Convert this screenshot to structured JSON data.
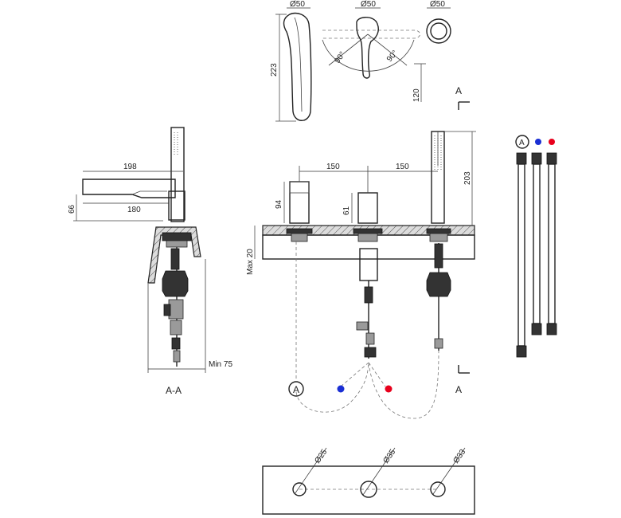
{
  "colors": {
    "cold": "#1a2fd4",
    "hot": "#e8001c",
    "line": "#222222"
  },
  "top_view": {
    "d1": "Ø50",
    "d2": "Ø50",
    "d3": "Ø50",
    "h223": "223",
    "h120": "120",
    "angle_left": "90°",
    "angle_right": "90°",
    "section_mark": "A"
  },
  "side_view": {
    "w198": "198",
    "w180": "180",
    "h66": "66",
    "min75": "Min 75",
    "section_label": "A-A"
  },
  "front_view": {
    "s150a": "150",
    "s150b": "150",
    "h94": "94",
    "h61": "61",
    "h203": "203",
    "max20": "Max 20",
    "marker_a": "A",
    "marker_a_right": "A"
  },
  "hoses": {
    "marker": "A"
  },
  "plate": {
    "hole1": "Ø25",
    "hole2": "Ø35",
    "hole3": "Ø33"
  }
}
